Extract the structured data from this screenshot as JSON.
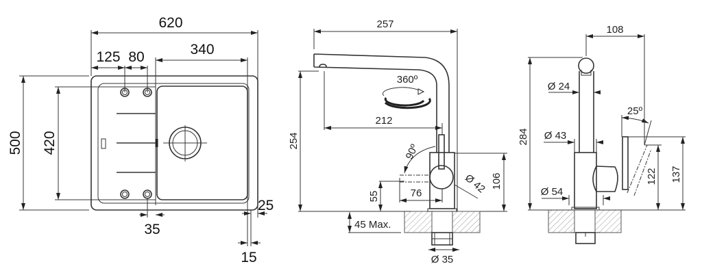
{
  "sink": {
    "width_total": "620",
    "offset_125": "125",
    "offset_80": "80",
    "bowl_width": "340",
    "depth_total": "500",
    "inner_depth": "420",
    "offset_35": "35",
    "rim_25": "25",
    "rim_15": "15"
  },
  "faucet_side": {
    "reach": "257",
    "spout_reach": "212",
    "rotation": "360º",
    "height": "254",
    "lever_angle": "90º",
    "lever_height": "55",
    "lever_reach": "76",
    "body_diameter": "Ø 42",
    "body_height": "106",
    "max_counter": "45 Max.",
    "thread_diameter": "Ø 35"
  },
  "faucet_front": {
    "spout_offset": "108",
    "height": "284",
    "spout_diameter": "Ø 24",
    "body_diameter": "Ø 43",
    "base_diameter": "Ø 54",
    "lever_angle": "25º",
    "lever_low": "122",
    "lever_high": "137"
  }
}
